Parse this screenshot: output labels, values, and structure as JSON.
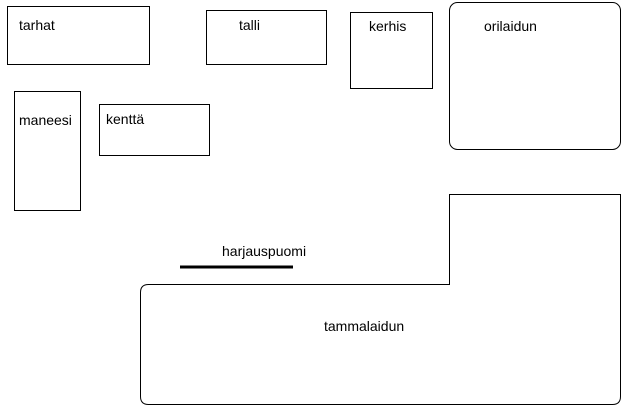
{
  "areas": {
    "tarhat": "tarhat",
    "talli": "talli",
    "kerhis": "kerhis",
    "orilaidun": "orilaidun",
    "maneesi": "maneesi",
    "kentta": "kenttä",
    "harjauspuomi": "harjauspuomi",
    "tammalaidun": "tammalaidun"
  }
}
